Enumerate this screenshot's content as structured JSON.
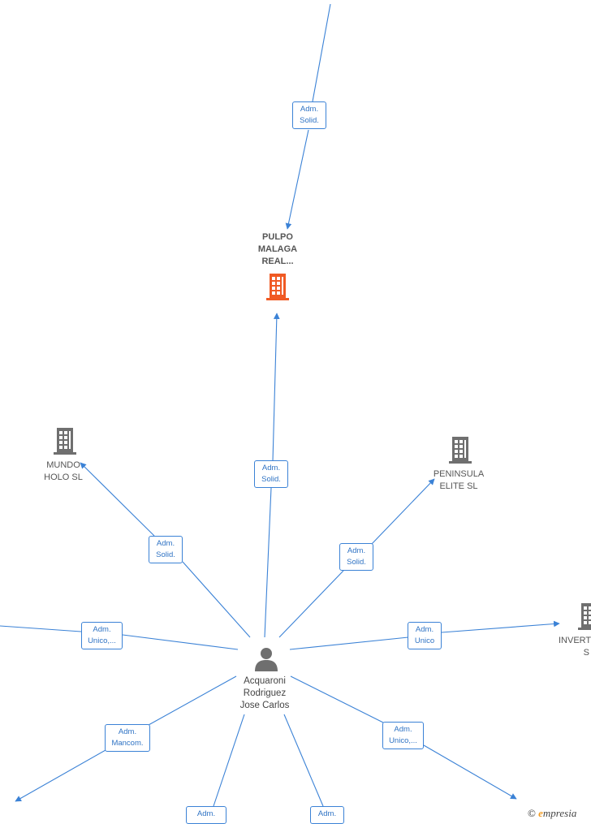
{
  "center_person": {
    "name_lines": [
      "Acquaroni",
      "Rodriguez",
      "Jose Carlos"
    ],
    "icon": "person-icon"
  },
  "nodes": {
    "pulpo": {
      "lines": [
        "PULPO",
        "MALAGA",
        "REAL..."
      ],
      "icon": "building-icon",
      "color": "#f05a24"
    },
    "mundo": {
      "lines": [
        "MUNDO",
        "HOLO SL"
      ],
      "icon": "building-icon",
      "color": "#6f6f6f"
    },
    "peninsula": {
      "lines": [
        "PENINSULA",
        "ELITE SL"
      ],
      "icon": "building-icon",
      "color": "#6f6f6f"
    },
    "invert": {
      "lines": [
        "INVERT",
        "S"
      ],
      "icon": "building-icon",
      "color": "#6f6f6f"
    }
  },
  "edge_labels": {
    "top": [
      "Adm.",
      "Solid."
    ],
    "pulpo": [
      "Adm.",
      "Solid."
    ],
    "mundo": [
      "Adm.",
      "Solid."
    ],
    "peninsula": [
      "Adm.",
      "Solid."
    ],
    "left": [
      "Adm.",
      "Unico,..."
    ],
    "invert": [
      "Adm.",
      "Unico"
    ],
    "mancom": [
      "Adm.",
      "Mancom."
    ],
    "lower_right": [
      "Adm.",
      "Unico,..."
    ],
    "bottom_a": [
      "Adm."
    ],
    "bottom_b": [
      "Adm."
    ]
  },
  "colors": {
    "edge": "#3b82d6",
    "label_text": "#2f73c4",
    "focus_building": "#f05a24",
    "building": "#6f6f6f"
  },
  "watermark": {
    "copyright": "©",
    "e_letter": "e",
    "brand": "mpresia"
  }
}
